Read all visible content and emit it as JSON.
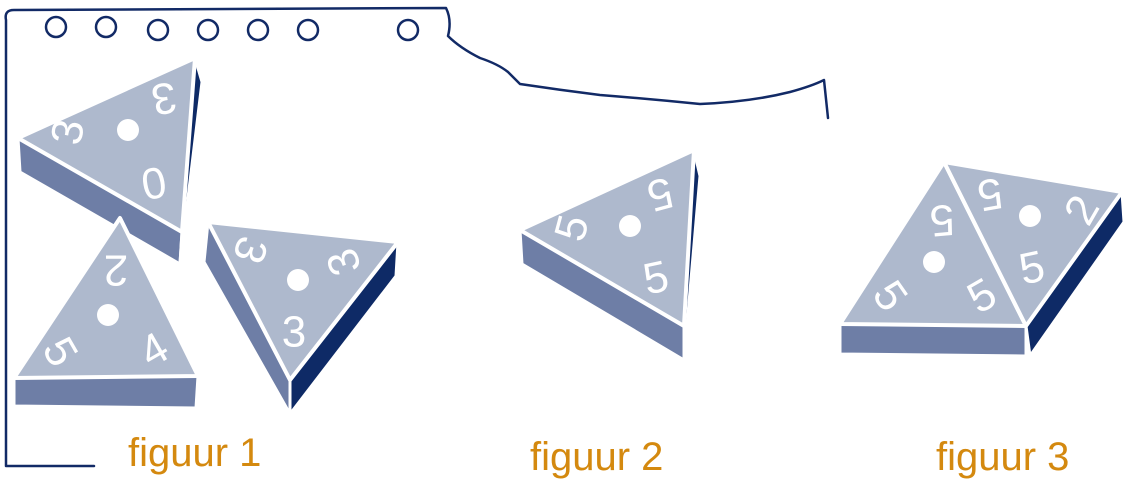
{
  "figures": [
    {
      "caption": "figuur 1",
      "tiles": [
        {
          "values": [
            "3",
            "3",
            "0"
          ]
        },
        {
          "values": [
            "2",
            "5",
            "4"
          ]
        },
        {
          "values": [
            "3",
            "3",
            "3"
          ]
        }
      ]
    },
    {
      "caption": "figuur 2",
      "tiles": [
        {
          "values": [
            "5",
            "5",
            "5"
          ]
        }
      ]
    },
    {
      "caption": "figuur 3",
      "tiles": [
        {
          "values": [
            "5",
            "5",
            "5"
          ]
        },
        {
          "values": [
            "5",
            "2",
            "5"
          ]
        }
      ]
    }
  ],
  "colors": {
    "tile_top": "#aeb9cd",
    "tile_side": "#6e7ea6",
    "tile_side_dark": "#0e2a66",
    "caption": "#d4890f",
    "outline": "#122a66"
  }
}
